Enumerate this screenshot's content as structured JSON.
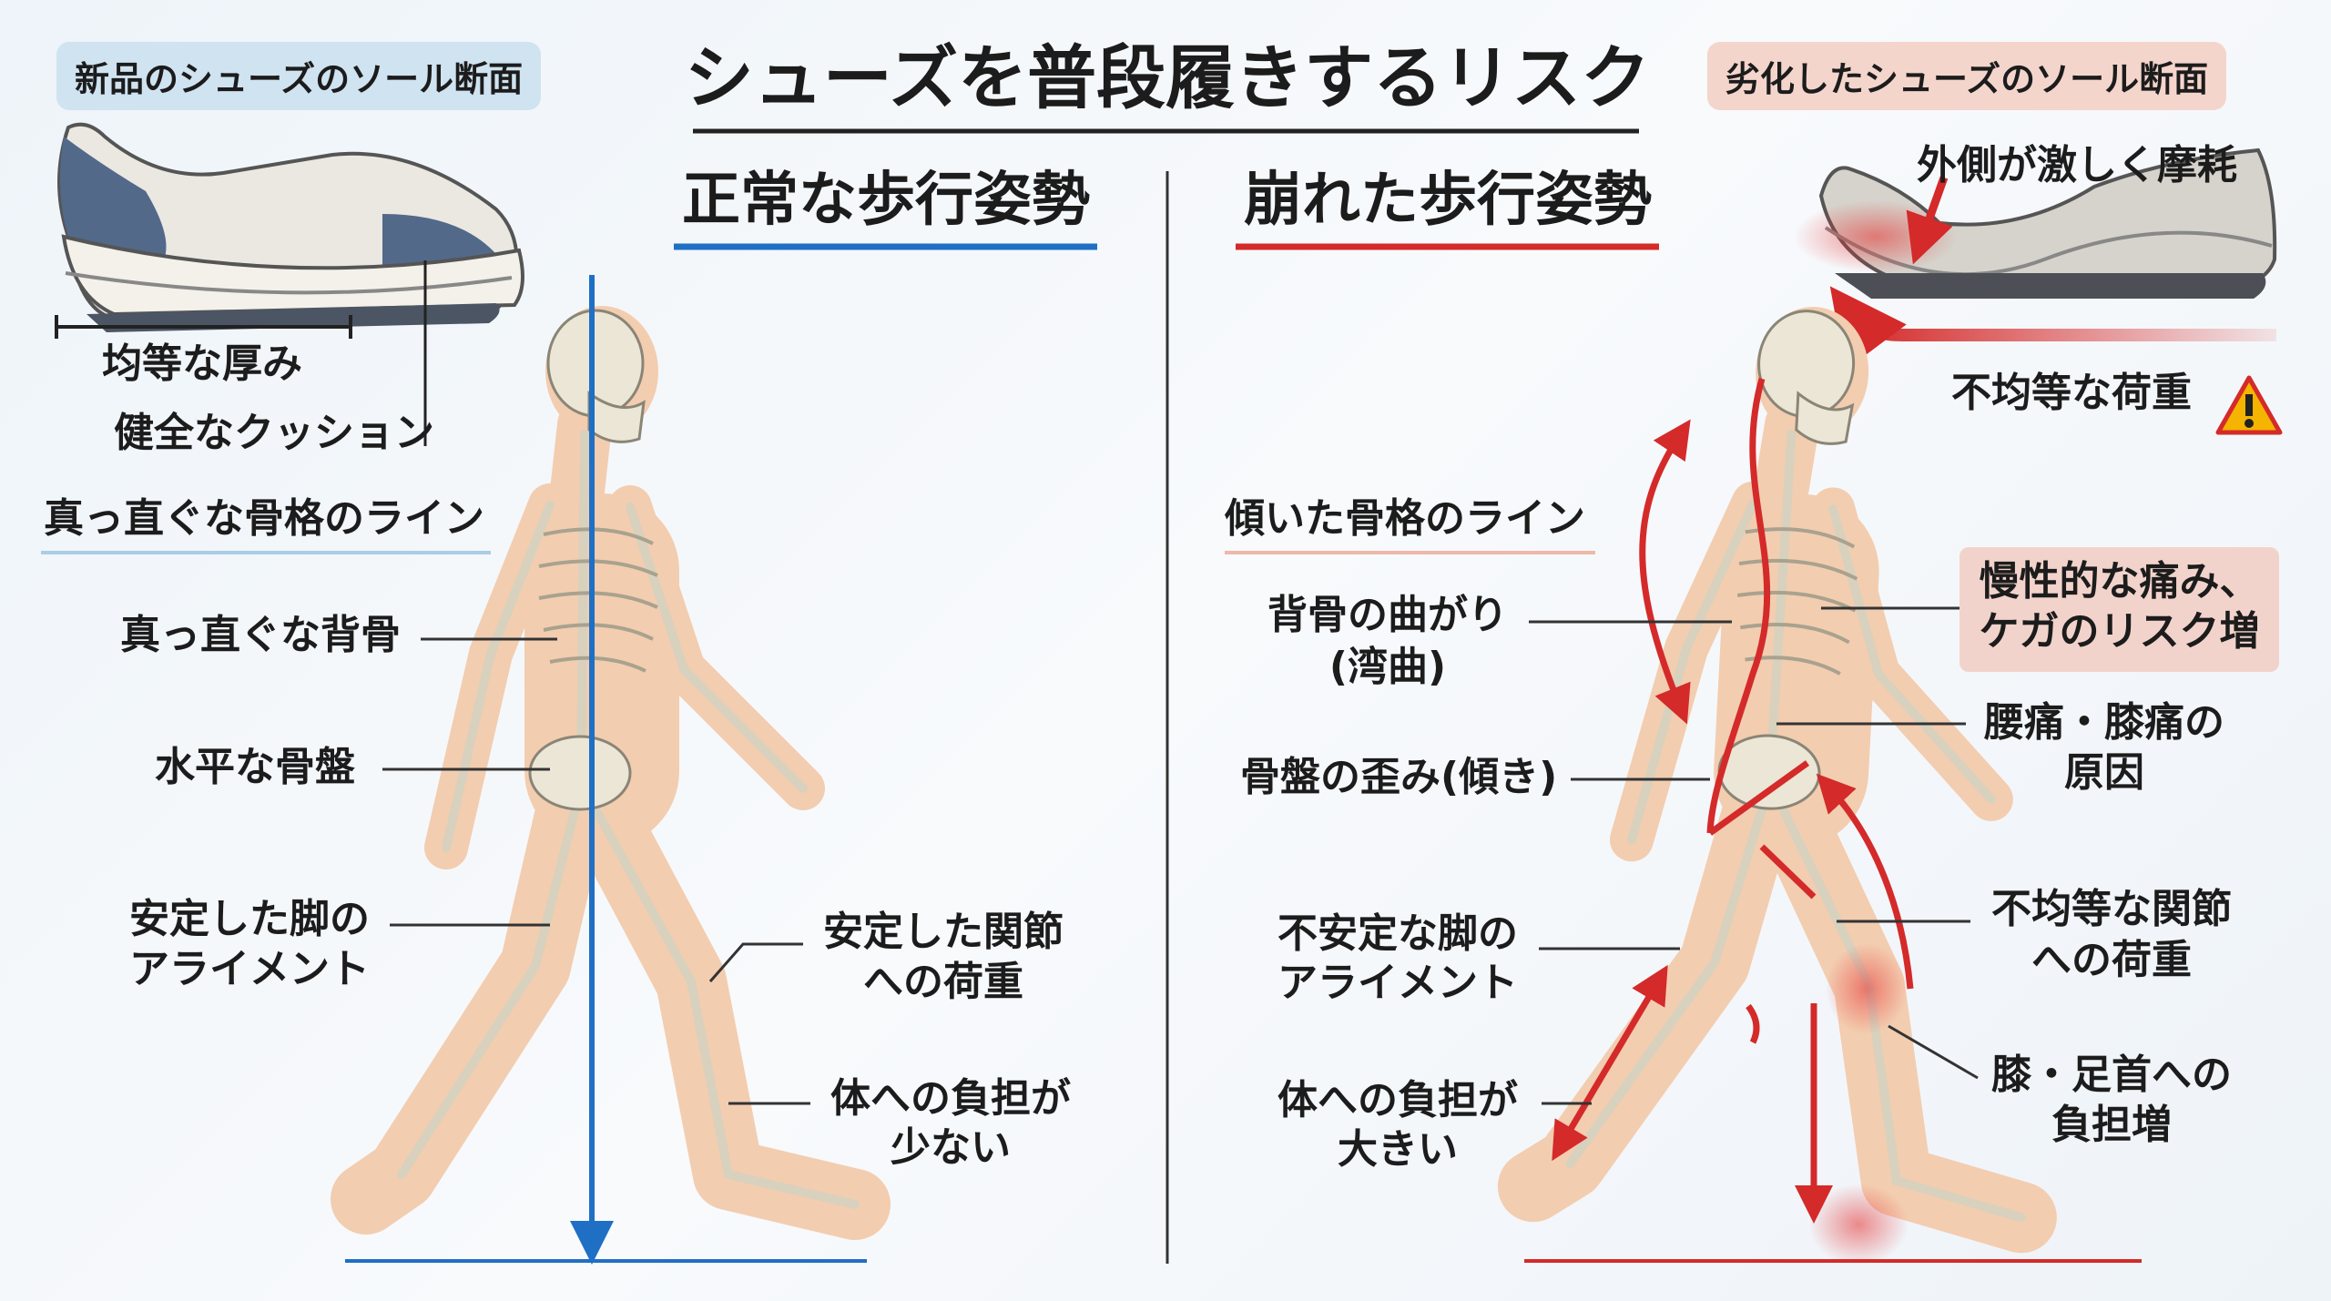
{
  "title": "シューズを普段履きするリスク",
  "left": {
    "badge": "新品のシューズのソール断面",
    "heading": "正常な歩行姿勢",
    "shoe_labels": [
      "均等な厚み",
      "健全なクッション"
    ],
    "line_label": "真っ直ぐな骨格のライン",
    "labels": {
      "spine": "真っ直ぐな背骨",
      "pelvis": "水平な骨盤",
      "leg_1": "安定した脚の",
      "leg_2": "アライメント",
      "joint_1": "安定した関節",
      "joint_2": "への荷重",
      "burden_1": "体への負担が",
      "burden_2": "少ない"
    }
  },
  "right": {
    "badge": "劣化したシューズのソール断面",
    "heading": "崩れた歩行姿勢",
    "wear_label": "外側が激しく摩耗",
    "load_label": "不均等な荷重",
    "line_label": "傾いた骨格のライン",
    "labels": {
      "spine_1": "背骨の曲がり",
      "spine_2": "(湾曲)",
      "pelvis": "骨盤の歪み(傾き)",
      "leg_1": "不安定な脚の",
      "leg_2": "アライメント",
      "burden_1": "体への負担が",
      "burden_2": "大きい",
      "risk_1": "慢性的な痛み、",
      "risk_2": "ケガのリスク増",
      "pain_1": "腰痛・膝痛の",
      "pain_2": "原因",
      "joint_1": "不均等な関節",
      "joint_2": "への荷重",
      "knee_1": "膝・足首への",
      "knee_2": "負担増"
    }
  },
  "colors": {
    "blue": "#1f6fc5",
    "red": "#d42a2a",
    "skin": "#f3cdb0",
    "bone": "#ece6d6"
  }
}
